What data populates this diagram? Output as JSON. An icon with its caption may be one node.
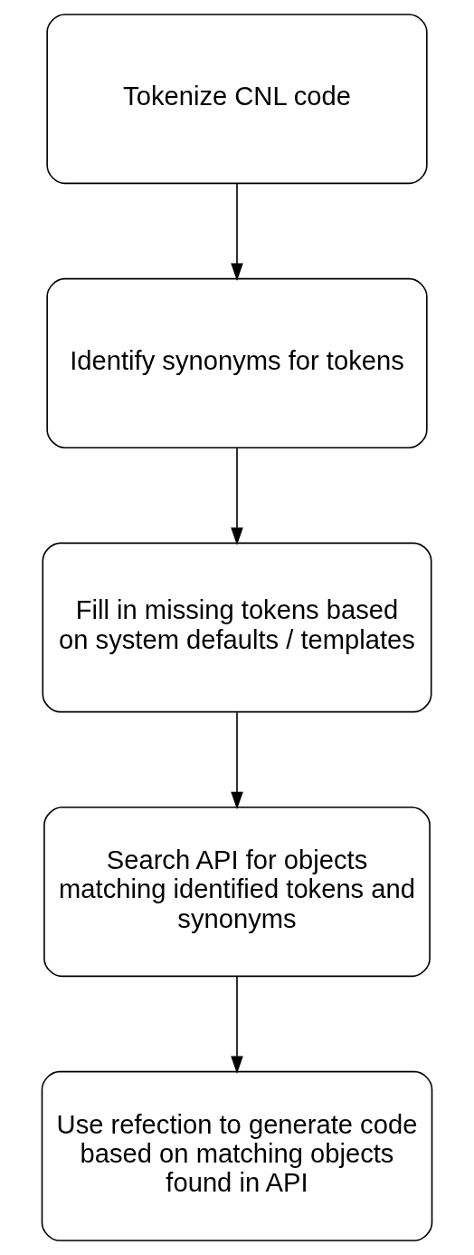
{
  "diagram": {
    "nodes": [
      {
        "text": [
          "Tokenize CNL code"
        ]
      },
      {
        "text": [
          "Identify synonyms for tokens"
        ]
      },
      {
        "text": [
          "Fill in missing tokens based on system defaults / templates"
        ]
      },
      {
        "text": [
          "Search API for objects matching identified tokens and synonyms"
        ]
      },
      {
        "text": [
          "Use refection to generate code based on matching objects found in API"
        ]
      }
    ],
    "edges": [
      {
        "from": 0,
        "to": 1,
        "arrow": "to"
      },
      {
        "from": 1,
        "to": 2,
        "arrow": "to"
      },
      {
        "from": 2,
        "to": 3,
        "arrow": "to"
      },
      {
        "from": 3,
        "to": 4,
        "arrow": "to"
      }
    ]
  }
}
